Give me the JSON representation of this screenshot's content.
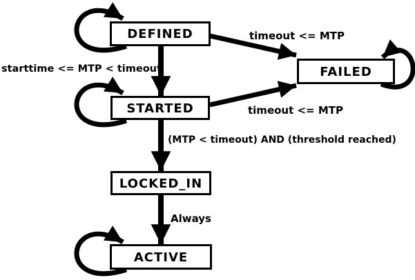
{
  "diagram": {
    "type": "state-machine",
    "colors": {
      "background": "#ffffff",
      "line": "#000000",
      "state_fill": "#ffffff",
      "state_text": "#000000"
    },
    "states": [
      {
        "id": "defined",
        "label": "DEFINED",
        "self_loop": true
      },
      {
        "id": "failed",
        "label": "FAILED",
        "self_loop": true
      },
      {
        "id": "started",
        "label": "STARTED",
        "self_loop": true
      },
      {
        "id": "locked_in",
        "label": "LOCKED_IN",
        "self_loop": false
      },
      {
        "id": "active",
        "label": "ACTIVE",
        "self_loop": true
      }
    ],
    "transitions": [
      {
        "from": "DEFINED",
        "to": "STARTED",
        "label": "starttime <= MTP < timeout"
      },
      {
        "from": "DEFINED",
        "to": "FAILED",
        "label": "timeout <= MTP"
      },
      {
        "from": "STARTED",
        "to": "FAILED",
        "label": "timeout <= MTP"
      },
      {
        "from": "STARTED",
        "to": "LOCKED_IN",
        "label": "(MTP < timeout) AND (threshold reached)"
      },
      {
        "from": "LOCKED_IN",
        "to": "ACTIVE",
        "label": "Always"
      },
      {
        "from": "DEFINED",
        "to": "DEFINED",
        "label": ""
      },
      {
        "from": "STARTED",
        "to": "STARTED",
        "label": ""
      },
      {
        "from": "FAILED",
        "to": "FAILED",
        "label": ""
      },
      {
        "from": "ACTIVE",
        "to": "ACTIVE",
        "label": ""
      }
    ]
  }
}
